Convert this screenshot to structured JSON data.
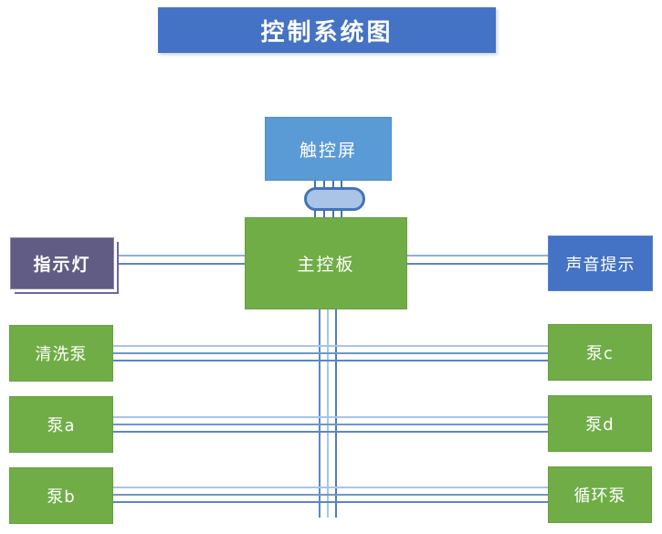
{
  "diagram": {
    "title": "控制系统图",
    "nodes": {
      "touchscreen": {
        "label": "触控屏",
        "fill": "#5B9BD5",
        "text_color": "#FFFFFF"
      },
      "mainboard": {
        "label": "主控板",
        "fill": "#70AD47",
        "text_color": "#FFFFFF"
      },
      "indicator": {
        "label": "指示灯",
        "fill": "#615C84",
        "text_color": "#FFFFFF"
      },
      "sound": {
        "label": "声音提示",
        "fill": "#4472C4",
        "text_color": "#FFFFFF"
      },
      "pump_wash": {
        "label": "清洗泵",
        "fill": "#70AD47",
        "text_color": "#FFFFFF"
      },
      "pump_a": {
        "label": "泵a",
        "fill": "#70AD47",
        "text_color": "#FFFFFF"
      },
      "pump_b": {
        "label": "泵b",
        "fill": "#70AD47",
        "text_color": "#FFFFFF"
      },
      "pump_c": {
        "label": "泵c",
        "fill": "#70AD47",
        "text_color": "#FFFFFF"
      },
      "pump_d": {
        "label": "泵d",
        "fill": "#70AD47",
        "text_color": "#FFFFFF"
      },
      "pump_cycle": {
        "label": "循环泵",
        "fill": "#70AD47",
        "text_color": "#FFFFFF"
      }
    },
    "title_fill": "#4472C4",
    "connector_colors": {
      "dark": "#4173B3",
      "medium": "#5B87C5",
      "light": "#A9C4E6"
    },
    "bus_connector": {
      "shape": "rounded-pill",
      "fill": "#A9C4E6",
      "border": "#4374B7"
    },
    "connections": [
      {
        "from": "touchscreen",
        "to": "mainboard",
        "line_count": 4,
        "via": "bus-connector"
      },
      {
        "from": "indicator",
        "to": "mainboard",
        "line_count": 2
      },
      {
        "from": "mainboard",
        "to": "sound",
        "line_count": 2
      },
      {
        "from": "mainboard",
        "to": "pump-rows",
        "line_count": 3,
        "style": "vertical-bus"
      },
      {
        "row": 1,
        "left": "pump_wash",
        "right": "pump_c",
        "line_count": 3
      },
      {
        "row": 2,
        "left": "pump_a",
        "right": "pump_d",
        "line_count": 3
      },
      {
        "row": 3,
        "left": "pump_b",
        "right": "pump_cycle",
        "line_count": 3
      }
    ]
  }
}
